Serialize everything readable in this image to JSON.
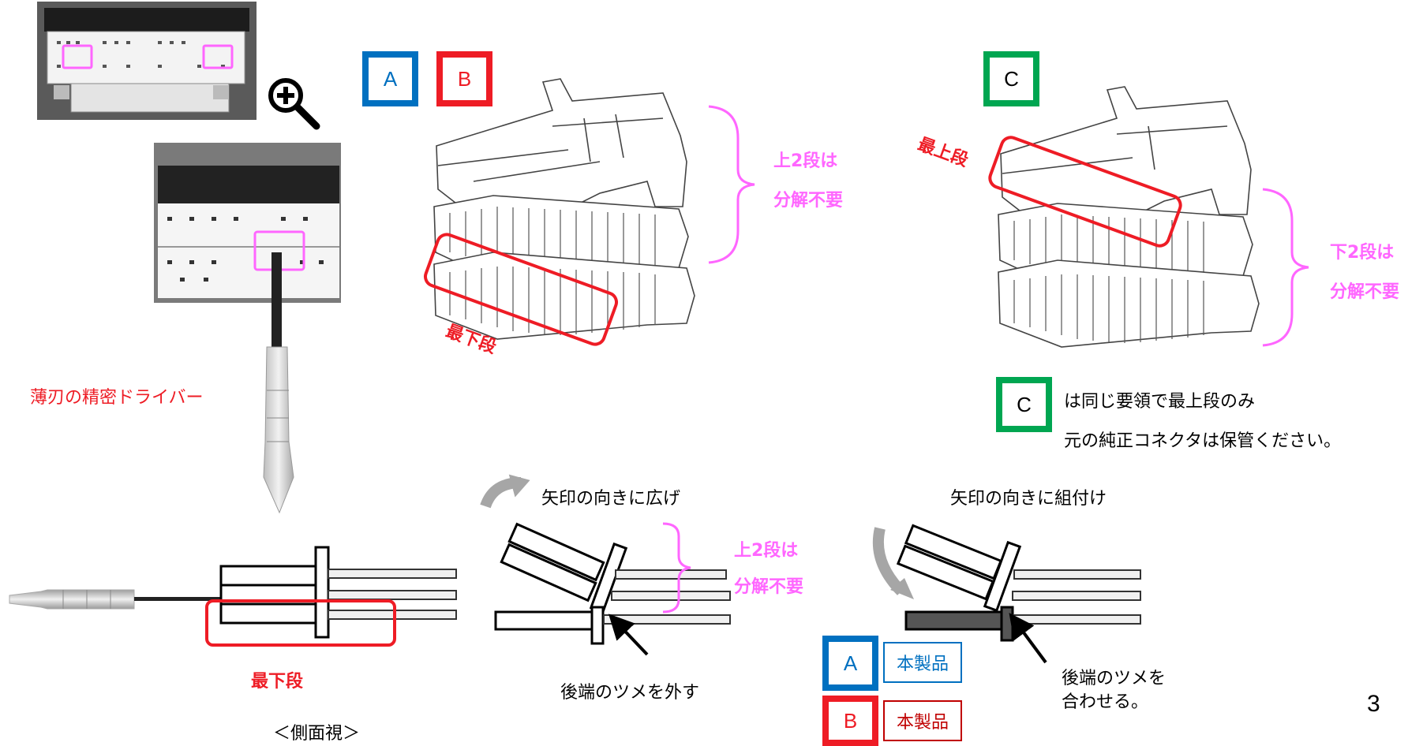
{
  "labels": {
    "screwdriver": "薄刃の精密ドライバー",
    "bottom_tier_top": "最下段",
    "upper_two_line1": "上2段は",
    "upper_two_line2": "分解不要",
    "top_tier": "最上段",
    "lower_two_line1": "下2段は",
    "lower_two_line2": "分解不要",
    "c_note_line1": "は同じ要領で最上段のみ",
    "c_note_line2": "元の純正コネクタは保管ください。",
    "spread_arrow": "矢印の向きに広げ",
    "assemble_arrow": "矢印の向きに組付け",
    "upper_two_mid_line1": "上2段は",
    "upper_two_mid_line2": "分解不要",
    "bottom_tier_bottom": "最下段",
    "side_view": "＜側面視＞",
    "release_claw": "後端のツメを外す",
    "align_claw_line1": "後端のツメを",
    "align_claw_line2": "合わせる。",
    "product_a": "本製品",
    "product_b": "本製品",
    "page_number": "3"
  },
  "badges": {
    "a": "A",
    "b": "B",
    "c": "C",
    "c_small": "C",
    "a_bottom": "A",
    "b_bottom": "B"
  },
  "icons": {
    "magnifier": "zoom-in-magnifier-icon"
  },
  "colors": {
    "blue": "#0070c0",
    "red": "#ee1c25",
    "green": "#00a651",
    "pink": "#ff66ff",
    "arrow_grey": "#a6a6a6"
  }
}
